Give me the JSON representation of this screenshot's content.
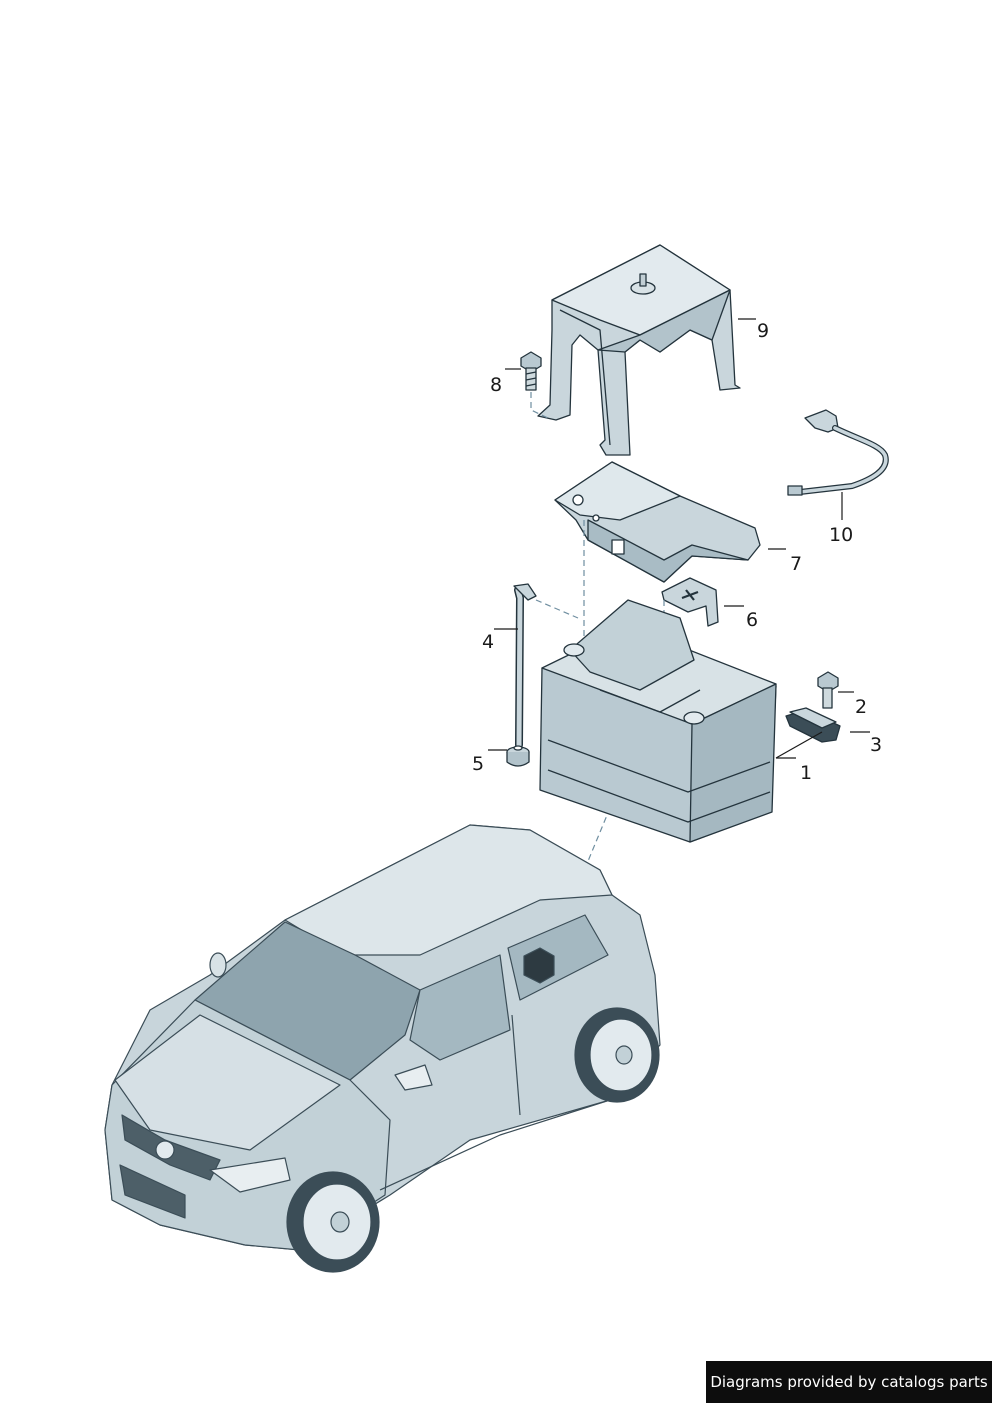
{
  "callouts": [
    {
      "id": "1",
      "label": "1"
    },
    {
      "id": "2",
      "label": "2"
    },
    {
      "id": "3",
      "label": "3"
    },
    {
      "id": "4",
      "label": "4"
    },
    {
      "id": "5",
      "label": "5"
    },
    {
      "id": "6",
      "label": "6"
    },
    {
      "id": "7",
      "label": "7"
    },
    {
      "id": "8",
      "label": "8"
    },
    {
      "id": "9",
      "label": "9"
    },
    {
      "id": "10",
      "label": "10"
    }
  ],
  "footer": {
    "text": "Diagrams provided by catalogs parts"
  },
  "colors": {
    "part_fill": "#c9d6dc",
    "part_shade": "#a9bcc5",
    "car_fill": "#c8d5db",
    "dark": "#3b4d57"
  }
}
